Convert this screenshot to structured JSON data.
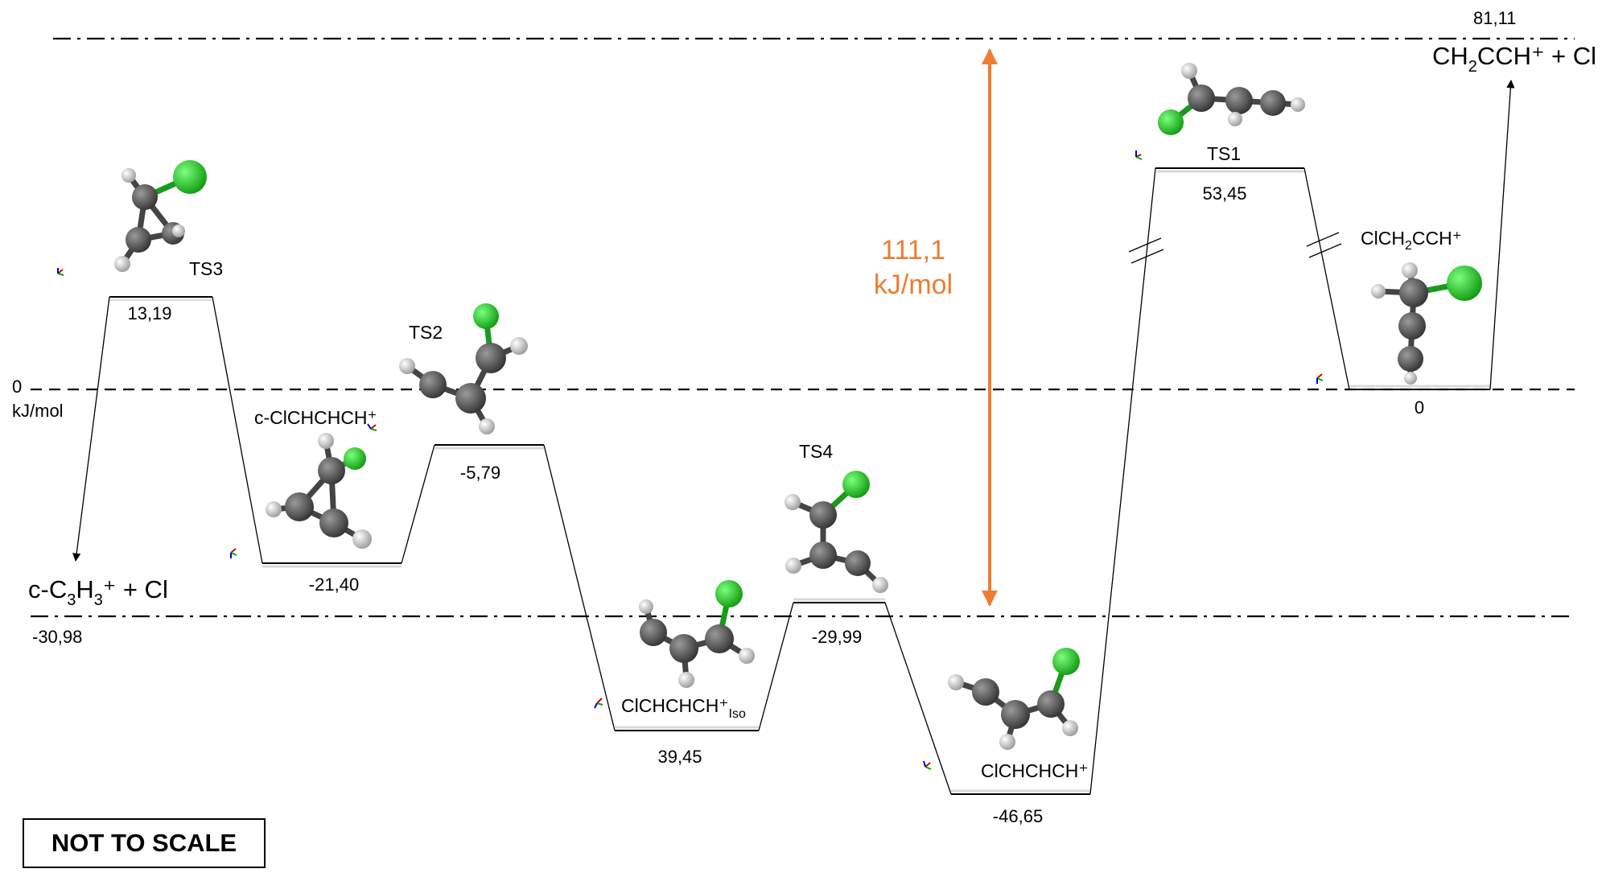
{
  "colors": {
    "line": "#000000",
    "shadow": "#d9d9d9",
    "arrow_orange": "#ED7D31",
    "carbon": "#555555",
    "hydrogen": "#e6e6e6",
    "chlorine": "#22cc22"
  },
  "reference": {
    "zero": "0",
    "unit": "kJ/mol"
  },
  "barrier": {
    "value": "111,1",
    "unit": "kJ/mol"
  },
  "levels": {
    "ts3": {
      "name": "TS3",
      "energy": "13,19"
    },
    "c_clchchch": {
      "name": "c-ClCHCHCH⁺",
      "energy": "-21,40"
    },
    "ts2": {
      "name": "TS2",
      "energy": "-5,79"
    },
    "clchchch_iso": {
      "name": "ClCHCHCH⁺",
      "subscript": "Iso",
      "energy": "39,45"
    },
    "ts4": {
      "name": "TS4",
      "energy": "-29,99"
    },
    "clchchch": {
      "name": "ClCHCHCH⁺",
      "energy": "-46,65"
    },
    "ts1": {
      "name": "TS1",
      "energy": "53,45"
    },
    "clch2cch": {
      "name_a": "ClCH",
      "name_sub": "2",
      "name_b": "CCH⁺",
      "energy": "0"
    }
  },
  "products": {
    "c_c3h3_cl": {
      "p1": "c-C",
      "s1": "3",
      "p2": "H",
      "s2": "3",
      "p3": "⁺ + Cl",
      "energy": "-30,98"
    },
    "ch2cch_cl": {
      "p1": "CH",
      "s1": "2",
      "p2": "CCH⁺ + Cl",
      "energy": "81,11"
    }
  },
  "note": {
    "label": "NOT TO SCALE"
  }
}
